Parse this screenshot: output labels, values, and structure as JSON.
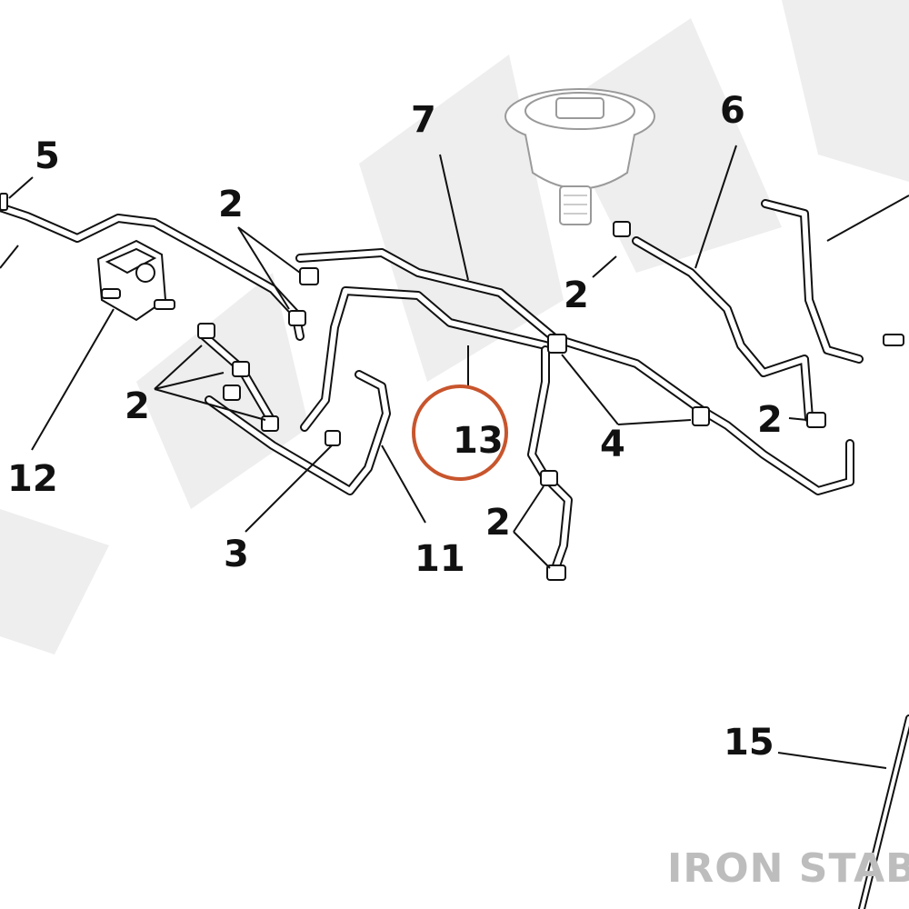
{
  "diagram": {
    "callouts": [
      {
        "id": "c5",
        "text": "5"
      },
      {
        "id": "c7",
        "text": "7"
      },
      {
        "id": "c6",
        "text": "6"
      },
      {
        "id": "c2a",
        "text": "2"
      },
      {
        "id": "c2b",
        "text": "2"
      },
      {
        "id": "c2c",
        "text": "2"
      },
      {
        "id": "c2d",
        "text": "2"
      },
      {
        "id": "c2e",
        "text": "2"
      },
      {
        "id": "c12",
        "text": "12"
      },
      {
        "id": "c13",
        "text": "13"
      },
      {
        "id": "c4",
        "text": "4"
      },
      {
        "id": "c3",
        "text": "3"
      },
      {
        "id": "c11",
        "text": "11"
      },
      {
        "id": "c15",
        "text": "15"
      }
    ],
    "highlighted_callout": "13",
    "highlight_color": "#c8552d",
    "watermark_text": "IRON STABLE",
    "background_watermark_color": "#eeeeee"
  }
}
